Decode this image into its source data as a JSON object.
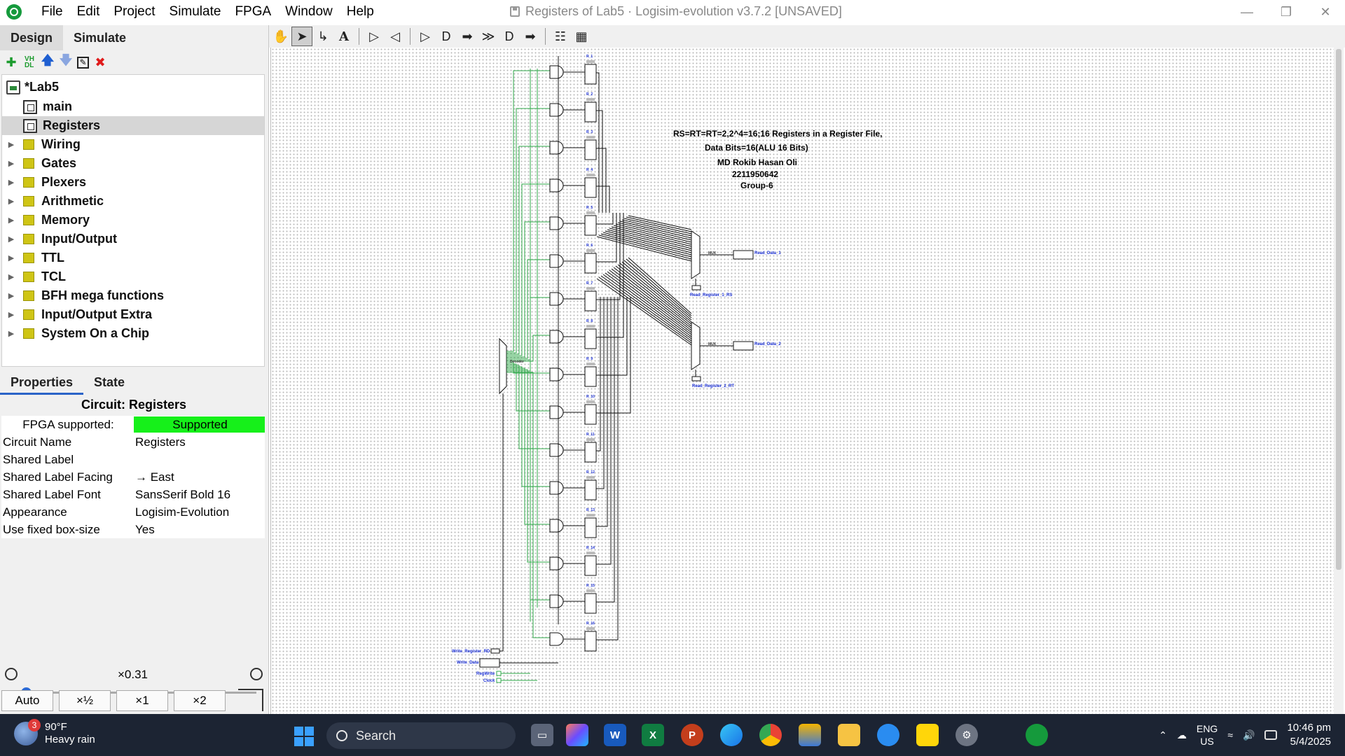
{
  "menu": [
    "File",
    "Edit",
    "Project",
    "Simulate",
    "FPGA",
    "Window",
    "Help"
  ],
  "window_title": "Registers of Lab5 · Logisim-evolution v3.7.2 [UNSAVED]",
  "left_tabs": {
    "design": "Design",
    "simulate": "Simulate"
  },
  "tree": {
    "project": "*Lab5",
    "circuits": [
      "main",
      "Registers"
    ],
    "libraries": [
      "Wiring",
      "Gates",
      "Plexers",
      "Arithmetic",
      "Memory",
      "Input/Output",
      "TTL",
      "TCL",
      "BFH mega functions",
      "Input/Output Extra",
      "System On a Chip"
    ]
  },
  "properties_tabs": {
    "properties": "Properties",
    "state": "State"
  },
  "properties_title": "Circuit: Registers",
  "properties": [
    {
      "key": "FPGA supported:",
      "value": "Supported"
    },
    {
      "key": "Circuit Name",
      "value": "Registers"
    },
    {
      "key": "Shared Label",
      "value": ""
    },
    {
      "key": "Shared Label Facing",
      "value": "→ East"
    },
    {
      "key": "Shared Label Font",
      "value": "SansSerif Bold 16"
    },
    {
      "key": "Appearance",
      "value": "Logisim-Evolution"
    },
    {
      "key": "Use fixed box-size",
      "value": "Yes"
    }
  ],
  "zoom": {
    "label": "×0.31",
    "level": 0.31,
    "buttons": [
      "Auto",
      "×½",
      "×1",
      "×2"
    ]
  },
  "circuit": {
    "annotation_lines": [
      "RS=RT=RT=2,2^4=16;16 Registers in a Register File,",
      "Data Bits=16(ALU 16 Bits)",
      "MD Rokib Hasan Oli",
      "2211950642",
      "Group-6"
    ],
    "register_labels": [
      "R_1",
      "R_2",
      "R_3",
      "R_4",
      "R_5",
      "R_6",
      "R_7",
      "R_8",
      "R_9",
      "R_10",
      "R_11",
      "R_12",
      "R_13",
      "R_14",
      "R_15",
      "R_16"
    ],
    "output_labels": [
      "Read_Data_1",
      "Read_Data_2"
    ],
    "select_labels": [
      "Read_Register_1_RS",
      "Read_Register_2_RT"
    ],
    "input_labels": [
      "Write_Register_RD",
      "Write_Data",
      "RegWrite",
      "Clock"
    ],
    "mux_label": "MUX",
    "decoder_label": "Decoder"
  },
  "taskbar": {
    "weather_badge": "3",
    "temperature": "90°F",
    "weather": "Heavy rain",
    "search_placeholder": "Search",
    "lang_1": "ENG",
    "lang_2": "US",
    "time": "10:46 pm",
    "date": "5/4/2025"
  },
  "colors": {
    "accent_green": "#16f01a",
    "wire_green": "#2fa84a",
    "label_blue": "#1a2fd6",
    "taskbar": "#1c2433"
  }
}
